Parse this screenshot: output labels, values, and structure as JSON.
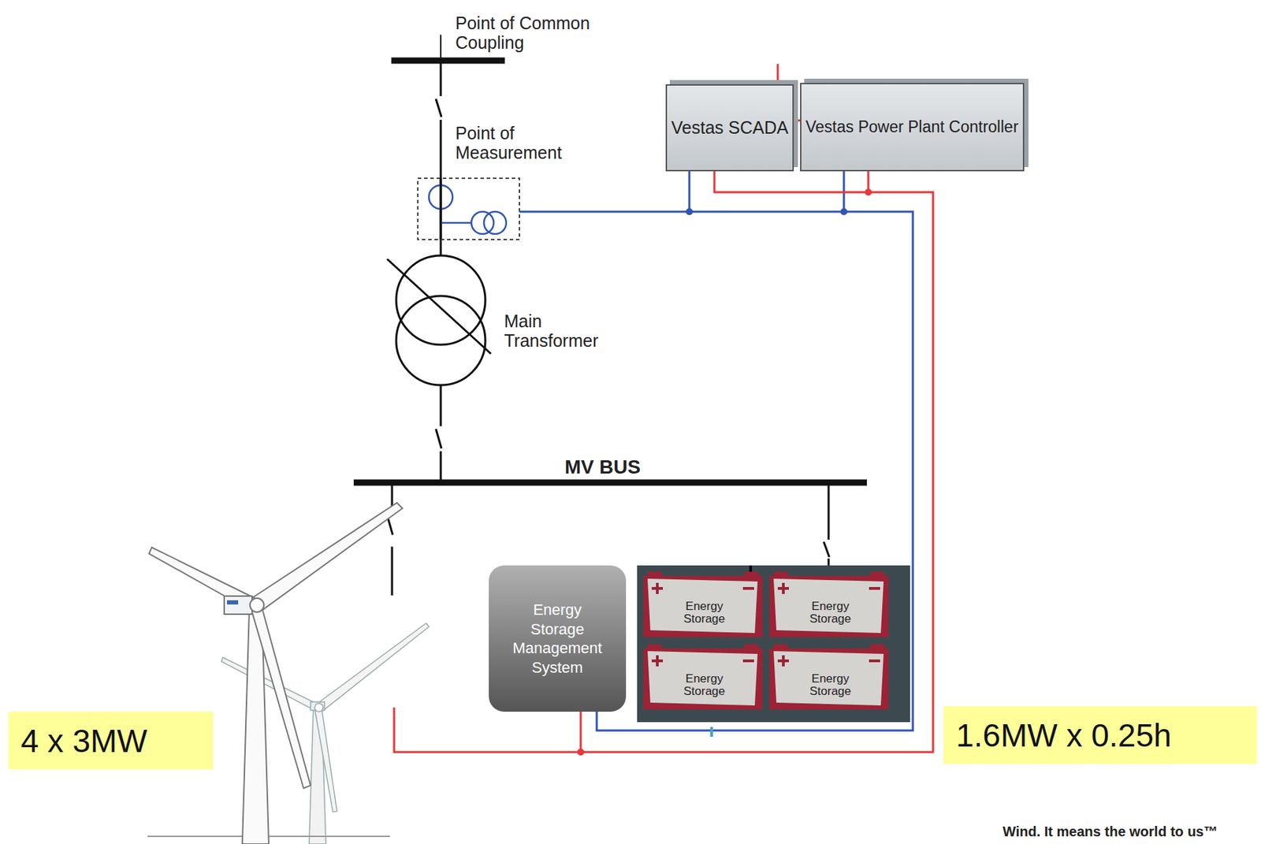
{
  "diagram": {
    "nodes": [
      {
        "text": [
          "Vestas SCADA"
        ]
      },
      {
        "text": [
          "Vestas Power Plant Controller"
        ]
      },
      {
        "text": [
          "Energy Storage Management System"
        ]
      },
      {
        "text": [
          "Energy Storage"
        ]
      },
      {
        "text": [
          "Energy Storage"
        ]
      },
      {
        "text": [
          "Energy Storage"
        ]
      },
      {
        "text": [
          "Energy Storage"
        ]
      },
      {
        "text": [
          "4 x 3MW"
        ]
      },
      {
        "text": [
          "1.6MW x 0.25h"
        ]
      }
    ],
    "edges": [
      {
        "from": 0,
        "to": 1,
        "arrow": "none"
      },
      {
        "from": 1,
        "to": 2,
        "arrow": "none"
      }
    ],
    "labels": [
      "Point of Common Coupling",
      "Point of Measurement",
      "Main Transformer",
      "MV BUS",
      "Wind. It means the world to us™"
    ]
  }
}
